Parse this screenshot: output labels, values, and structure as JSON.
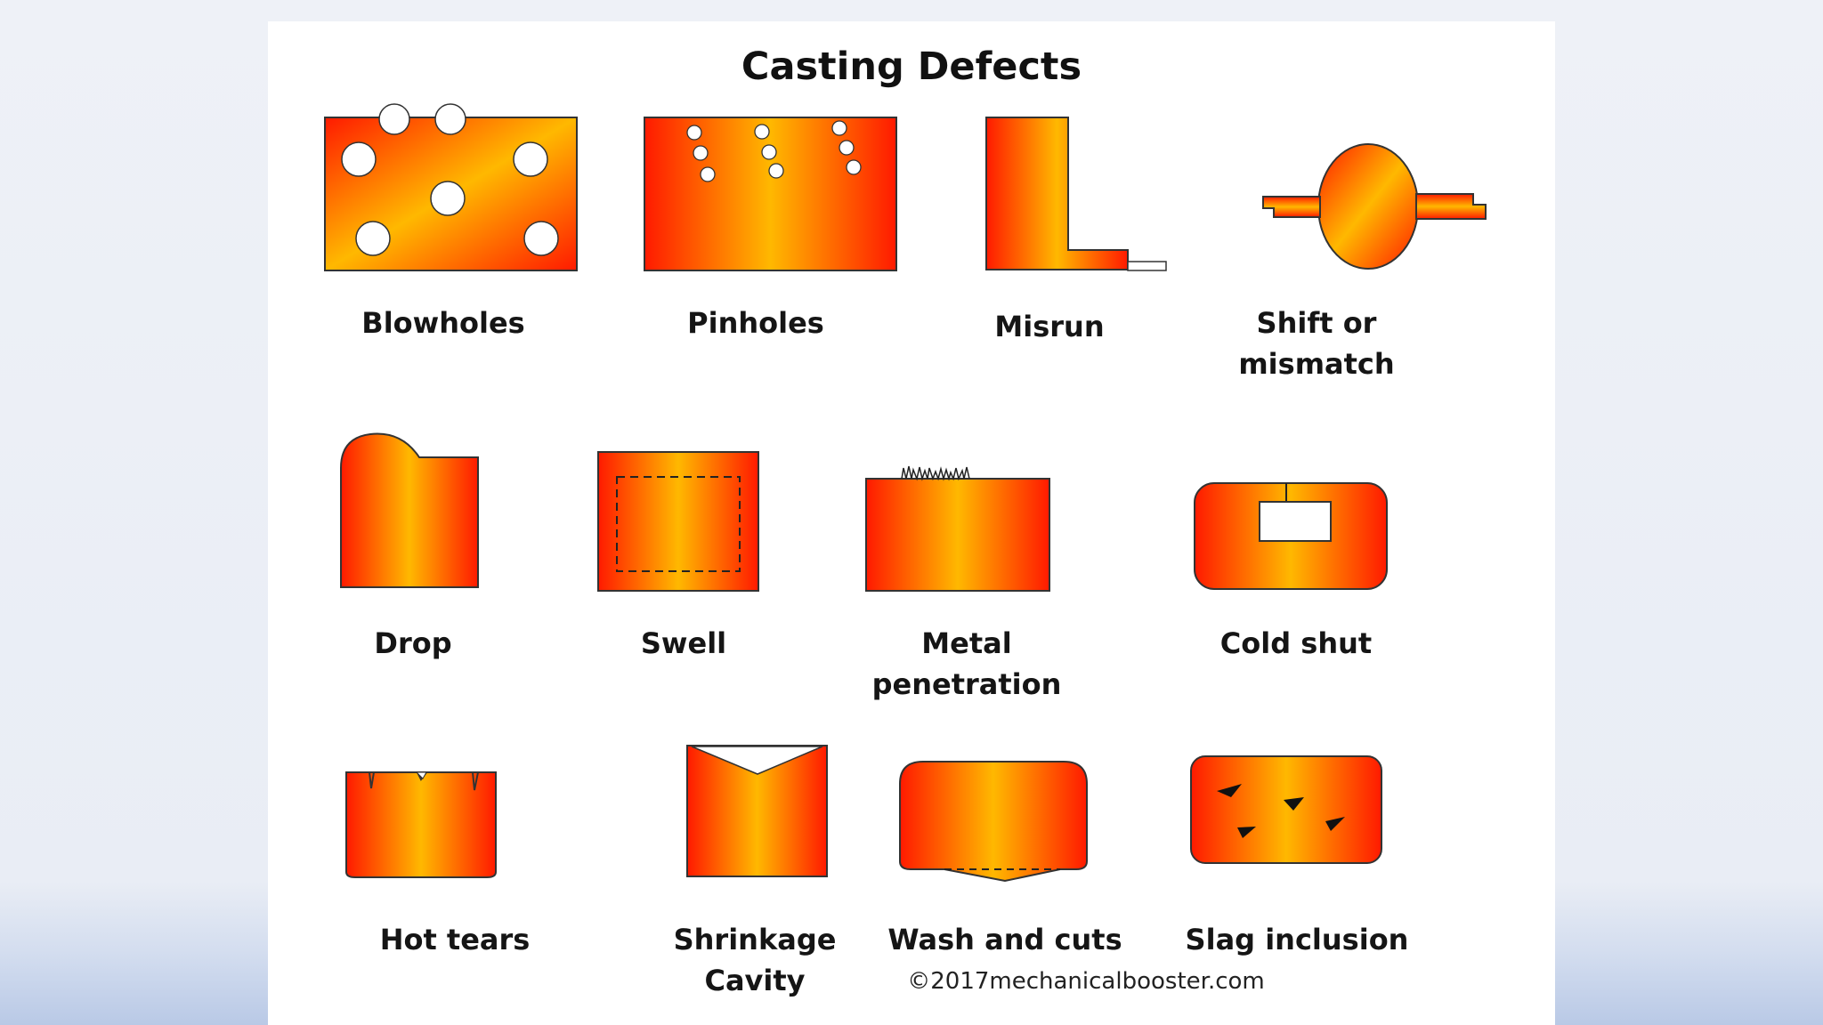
{
  "title": "Casting Defects",
  "colors": {
    "hot": "#ff1a00",
    "mid": "#ff8a00",
    "warm": "#ffcc00",
    "outline": "#333333"
  },
  "defects": [
    {
      "label": "Blowholes"
    },
    {
      "label": "Pinholes"
    },
    {
      "label": "Misrun"
    },
    {
      "label": "Shift or mismatch"
    },
    {
      "label": "Drop"
    },
    {
      "label": "Swell"
    },
    {
      "label": "Metal penetration"
    },
    {
      "label": "Cold shut"
    },
    {
      "label": "Hot tears"
    },
    {
      "label": "Shrinkage Cavity"
    },
    {
      "label": "Wash and cuts"
    },
    {
      "label": "Slag inclusion"
    }
  ],
  "copyright": "©2017mechanicalbooster.com"
}
